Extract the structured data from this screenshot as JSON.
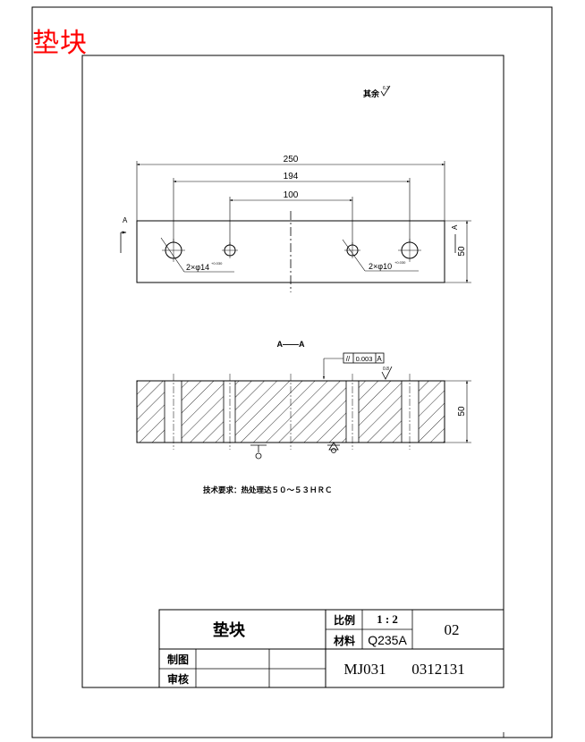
{
  "stamp": {
    "text": "垫块",
    "color": "#ff0000"
  },
  "roughness_note": {
    "text": "其余",
    "value": "6.3"
  },
  "top_view": {
    "dims": {
      "overall": "250",
      "outer_holes": "194",
      "inner_holes": "100",
      "height": "50"
    },
    "hole_callouts": {
      "large": "2×φ14",
      "large_tol": "+0.030",
      "small": "2×φ10",
      "small_tol": "+0.030"
    },
    "section_mark": "A"
  },
  "section_view": {
    "label": "A——A",
    "height_dim": "50",
    "tolerance_frame": {
      "symbol": "//",
      "value": "0.003",
      "datum": "A"
    },
    "roughness": "0.8"
  },
  "tech_requirement": "技术要求：热处理达５０～５３ＨＲＣ",
  "title_block": {
    "part_name": "垫块",
    "scale_label": "比例",
    "scale_value": "1 : 2",
    "material_label": "材料",
    "material_value": "Q235A",
    "sheet_no": "02",
    "drawn_label": "制图",
    "checked_label": "审核",
    "drawing_code": "MJ031",
    "drawing_number": "0312131"
  }
}
